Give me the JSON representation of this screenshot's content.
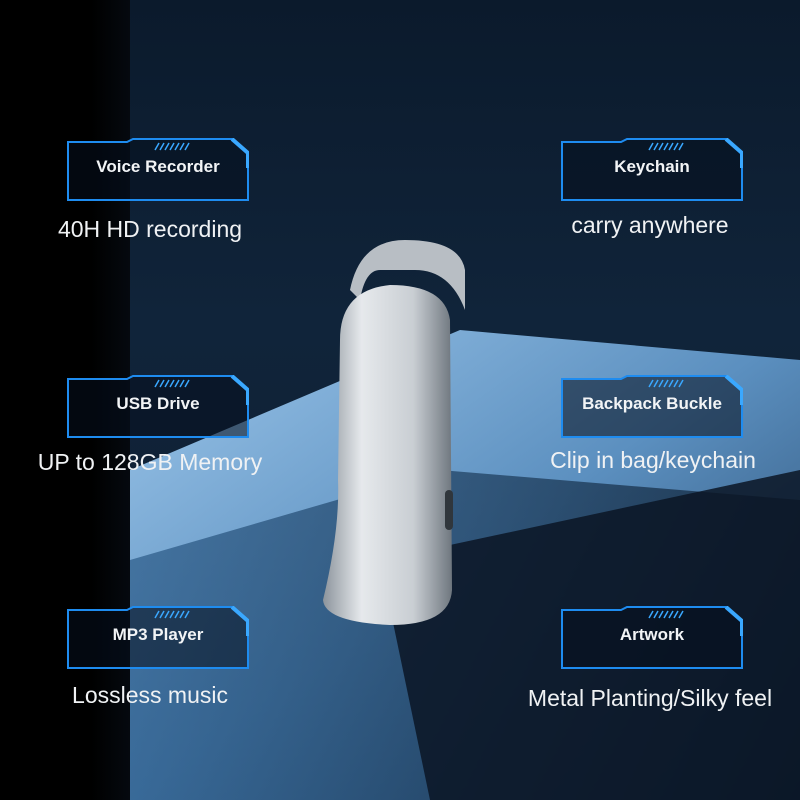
{
  "features": [
    {
      "title": "Voice Recorder",
      "caption": "40H HD recording"
    },
    {
      "title": "Keychain",
      "caption": "carry anywhere"
    },
    {
      "title": "USB Drive",
      "caption": "UP to 128GB Memory"
    },
    {
      "title": "Backpack Buckle",
      "caption": "Clip in bag/keychain"
    },
    {
      "title": "MP3 Player",
      "caption": "Lossless music"
    },
    {
      "title": "Artwork",
      "caption": "Metal Planting/Silky feel"
    }
  ],
  "colors": {
    "accent": "#1e8cf0",
    "background": "#0b1a2c"
  }
}
